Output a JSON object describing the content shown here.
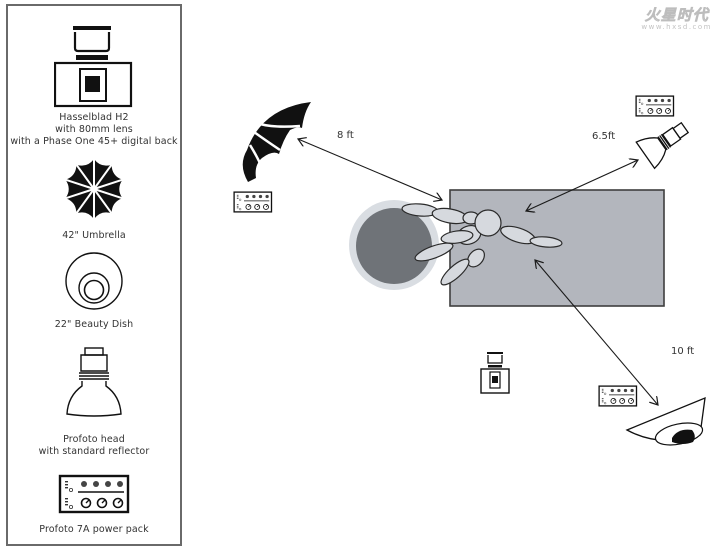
{
  "watermark": {
    "main": "火星时代",
    "url": "www.hxsd.com"
  },
  "legend": {
    "items": [
      {
        "id": "camera",
        "icon": "camera-icon",
        "lines": [
          "Hasselblad H2",
          "with 80mm lens",
          "with a Phase One 45+ digital back"
        ]
      },
      {
        "id": "umbrella",
        "icon": "umbrella-icon",
        "lines": [
          "42\" Umbrella"
        ]
      },
      {
        "id": "beauty-dish",
        "icon": "beauty-dish-icon",
        "lines": [
          "22\" Beauty Dish"
        ]
      },
      {
        "id": "profoto-head",
        "icon": "profoto-head-icon",
        "lines": [
          "Profoto head",
          "with standard reflector"
        ]
      },
      {
        "id": "power-pack",
        "icon": "power-pack-icon",
        "lines": [
          "Profoto 7A power pack"
        ]
      }
    ]
  },
  "distances": {
    "umbrella": "8 ft",
    "profoto_head": "6.5ft",
    "beauty_dish": "10 ft"
  },
  "colors": {
    "backdrop": "#b3b6bd",
    "backdrop_border": "#3e3e3e",
    "round_prop_outer": "#d9dde2",
    "round_prop_inner": "#6f7378",
    "figure_fill": "#d6d9de",
    "ink": "#1a1a1a",
    "panel_border": "#6a6a6a"
  }
}
